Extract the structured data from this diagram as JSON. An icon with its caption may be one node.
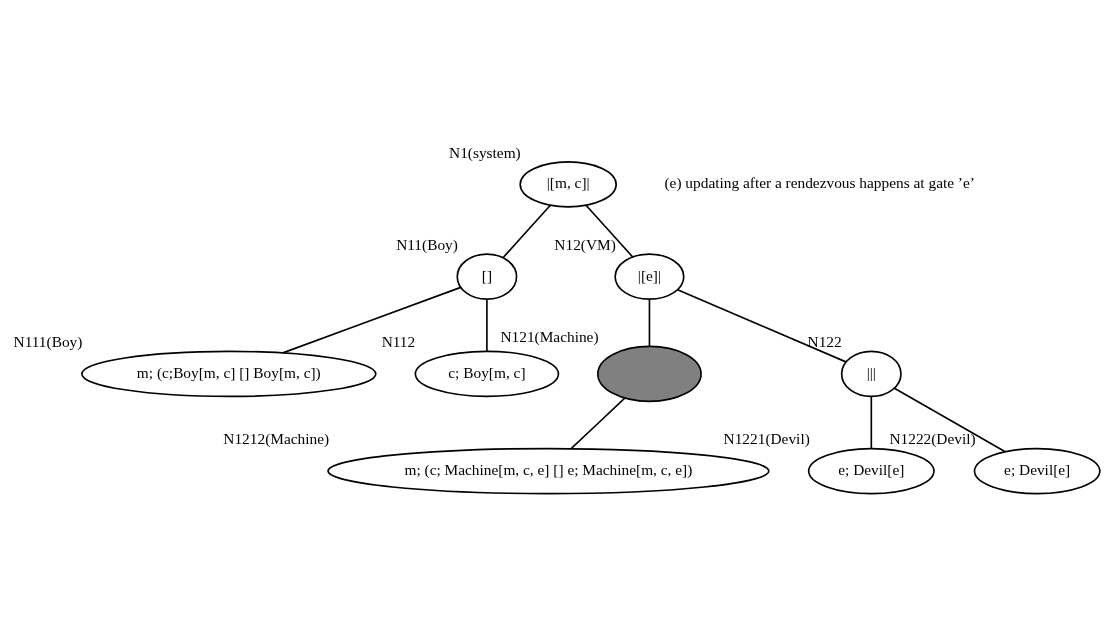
{
  "diagram": {
    "nodes": [
      {
        "text": [
          "|[m, c]|"
        ],
        "beside": [
          "N1(system)"
        ]
      },
      {
        "text": [
          "[]"
        ],
        "beside": [
          "N11(Boy)"
        ]
      },
      {
        "text": [
          "|[e]|"
        ],
        "beside": [
          "N12(VM)"
        ]
      },
      {
        "text": [
          "m; (c;Boy[m, c] [] Boy[m, c])"
        ],
        "beside": [
          "N111(Boy)"
        ]
      },
      {
        "text": [
          "c; Boy[m, c]"
        ],
        "beside": [
          "N112"
        ]
      },
      {
        "text": [],
        "shape": "ellipse",
        "beside": [
          "N121(Machine)"
        ]
      },
      {
        "text": [
          "|||"
        ],
        "beside": [
          "N122"
        ]
      },
      {
        "text": [
          "m; (c; Machine[m, c, e] [] e; Machine[m, c, e])"
        ],
        "beside": [
          "N1212(Machine)"
        ]
      },
      {
        "text": [
          "e; Devil[e]"
        ],
        "beside": [
          "N1221(Devil)"
        ]
      },
      {
        "text": [
          "e; Devil[e]"
        ],
        "beside": [
          "N1222(Devil)"
        ]
      }
    ],
    "edges": [
      {
        "from": 0,
        "to": 1,
        "arrow": "none"
      },
      {
        "from": 0,
        "to": 2,
        "arrow": "none"
      },
      {
        "from": 1,
        "to": 3,
        "arrow": "none"
      },
      {
        "from": 1,
        "to": 4,
        "arrow": "none"
      },
      {
        "from": 2,
        "to": 5,
        "arrow": "none"
      },
      {
        "from": 2,
        "to": 6,
        "arrow": "none"
      },
      {
        "from": 5,
        "to": 7,
        "arrow": "none"
      },
      {
        "from": 6,
        "to": 8,
        "arrow": "none"
      },
      {
        "from": 6,
        "to": 9,
        "arrow": "none"
      }
    ],
    "labels": [
      "(e) updating after a rendezvous happens at gate ’e’"
    ]
  }
}
